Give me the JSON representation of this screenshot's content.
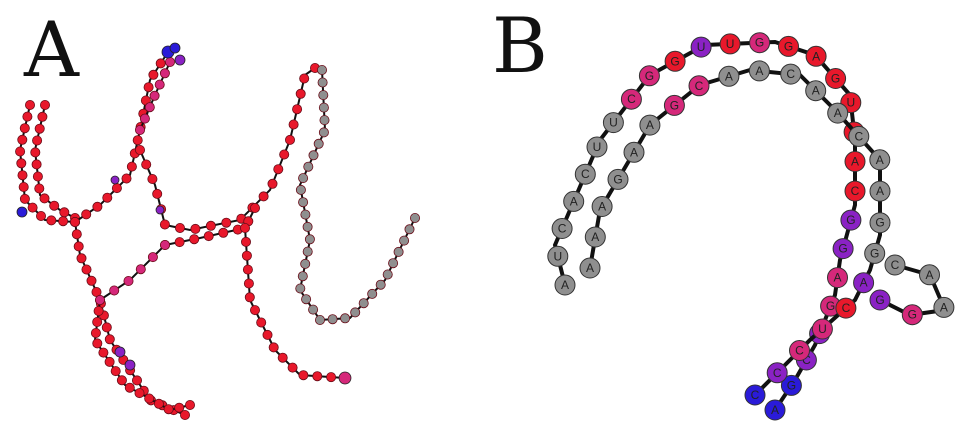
{
  "panels": [
    {
      "label": "A"
    },
    {
      "label": "B"
    }
  ],
  "colors": {
    "red": "#e8182b",
    "magenta": "#d5287a",
    "purple": "#8a22c4",
    "blue": "#2a1bd8",
    "gray": "#8f8f8f",
    "line": "#111111"
  },
  "panel_b": {
    "outer_strand": [
      "A",
      "U",
      "C",
      "A",
      "C",
      "U",
      "U",
      "C",
      "G",
      "G",
      "U",
      "U",
      "G",
      "G",
      "A",
      "G",
      "U",
      "C",
      "A",
      "C",
      "G",
      "G",
      "A",
      "G",
      "U",
      "C",
      "G",
      "A"
    ],
    "inner_strand": [
      "A",
      "A",
      "A",
      "G",
      "A",
      "A",
      "G",
      "C",
      "A",
      "A",
      "C",
      "A",
      "A",
      "C",
      "A",
      "A",
      "G",
      "G",
      "A",
      "C",
      "U",
      "C",
      "C",
      "C"
    ],
    "loop": [
      "C",
      "A",
      "A",
      "G",
      "G"
    ]
  }
}
